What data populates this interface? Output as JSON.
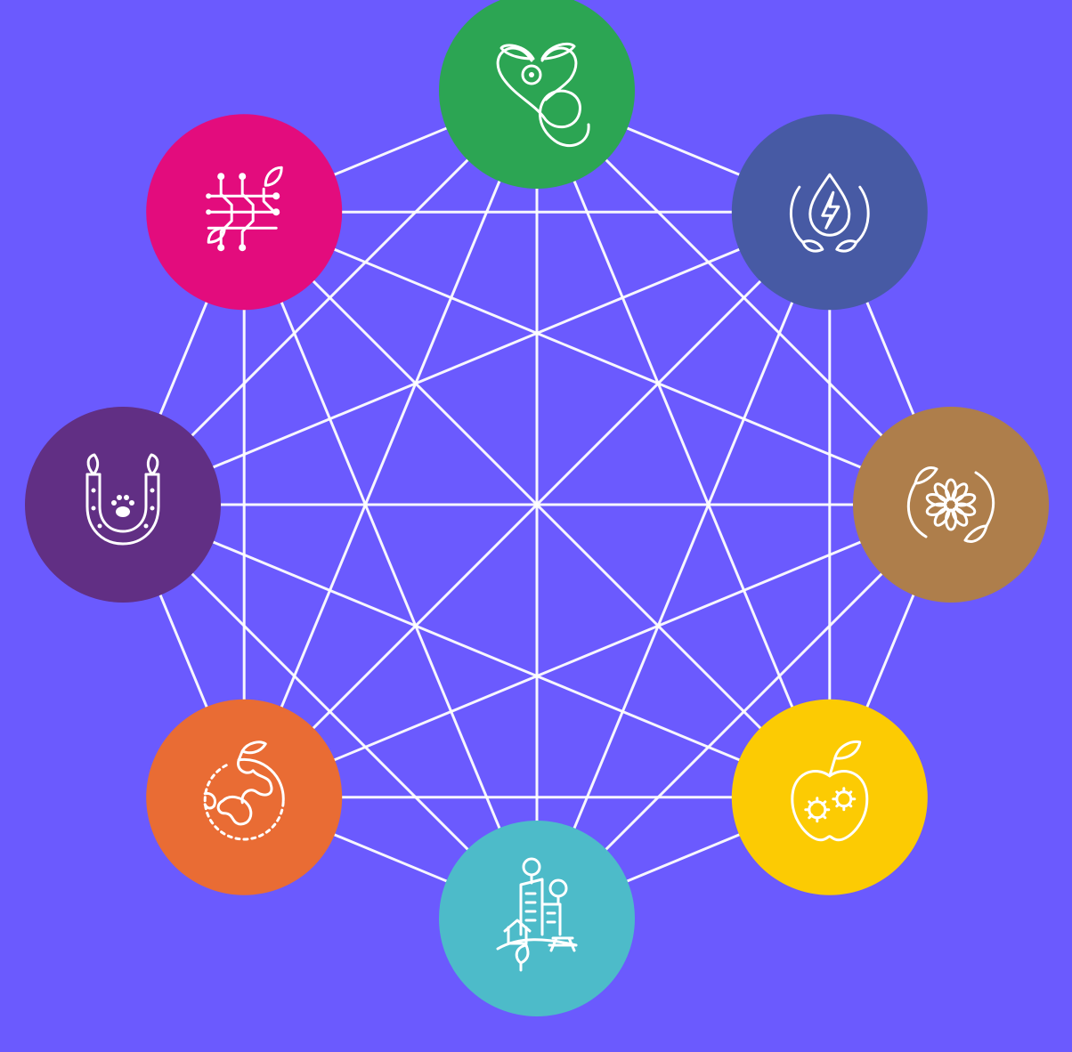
{
  "background_color": "#6b5afe",
  "edge_color": "#ffffff",
  "nodes": [
    {
      "id": "health",
      "icon": "stethoscope-leaf-icon",
      "color": "#2ca553"
    },
    {
      "id": "energy",
      "icon": "water-drop-lightning-icon",
      "color": "#475aa4"
    },
    {
      "id": "materials",
      "icon": "flower-cycle-icon",
      "color": "#ae7e4b"
    },
    {
      "id": "food",
      "icon": "apple-gears-icon",
      "color": "#fccb03"
    },
    {
      "id": "cities",
      "icon": "city-trees-icon",
      "color": "#4dbbc9"
    },
    {
      "id": "planet",
      "icon": "globe-leaf-icon",
      "color": "#e96c34"
    },
    {
      "id": "animals",
      "icon": "horseshoe-paw-icon",
      "color": "#612f84"
    },
    {
      "id": "digital",
      "icon": "circuit-leaf-icon",
      "color": "#e30c7d"
    }
  ],
  "connectivity": "complete-graph"
}
